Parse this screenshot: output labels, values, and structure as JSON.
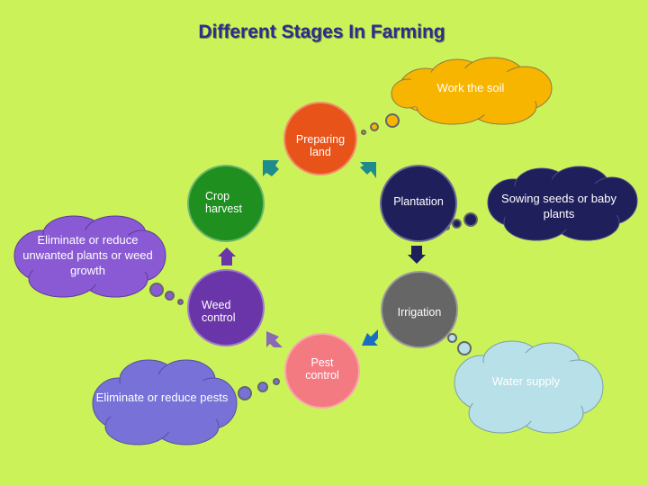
{
  "title": "Different Stages In Farming",
  "stages": {
    "preparing": "Preparing land",
    "plantation": "Plantation",
    "irrigation": "Irrigation",
    "pest": "Pest control",
    "weed": "Weed control",
    "harvest": "Crop harvest"
  },
  "clouds": {
    "work_soil": "Work the soil",
    "sowing": "Sowing seeds or baby plants",
    "water": "Water supply",
    "pests": "Eliminate or reduce pests",
    "weeds": "Eliminate or reduce unwanted plants or weed growth"
  },
  "colors": {
    "background": "#ccf25a",
    "preparing": "#e8531a",
    "plantation": "#1f1f5c",
    "irrigation": "#666666",
    "pest": "#f47a82",
    "weed": "#6a35a8",
    "harvest": "#1f8f1f",
    "cloud_soil": "#f8b500",
    "cloud_sowing": "#1f1f5c",
    "cloud_water": "#b7e0e8",
    "cloud_pests": "#7771d8",
    "cloud_weeds": "#8a5ad4"
  }
}
